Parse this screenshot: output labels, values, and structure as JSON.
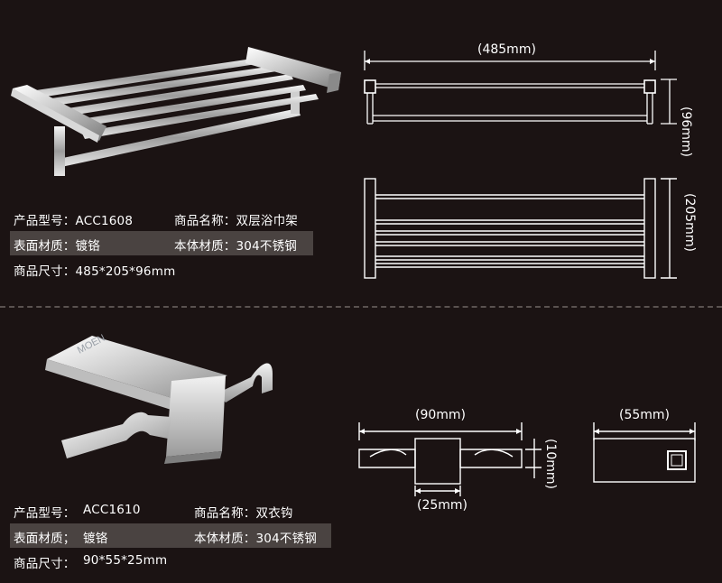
{
  "product1": {
    "image_name": "towel-rack-photo",
    "model_label": "产品型号：ACC1608",
    "name_label": "商品名称：双层浴巾架",
    "finish_label": "表面材质：镀铬",
    "body_label": "本体材质：304不锈钢",
    "size_label": "商品尺寸：485*205*96mm",
    "width_dim": "(485mm)",
    "height_dim": "(96mm)",
    "depth_dim": "(205mm)"
  },
  "product2": {
    "logo_text": "MOEN",
    "model_label": "产品型号：",
    "model_value": "ACC1610",
    "name_label": "商品名称：双衣钩",
    "finish_label": "表面材质；",
    "finish_value": "镀铬",
    "body_label": "本体材质：304不锈钢",
    "size_label": "商品尺寸：",
    "size_value": "90*55*25mm",
    "width_dim": "(90mm)",
    "height_dim": "(10mm)",
    "base_dim": "(25mm)",
    "side_dim": "(55mm)"
  },
  "colors": {
    "background": "#1b1313",
    "band": "#4a4341",
    "line": "#ffffff"
  }
}
